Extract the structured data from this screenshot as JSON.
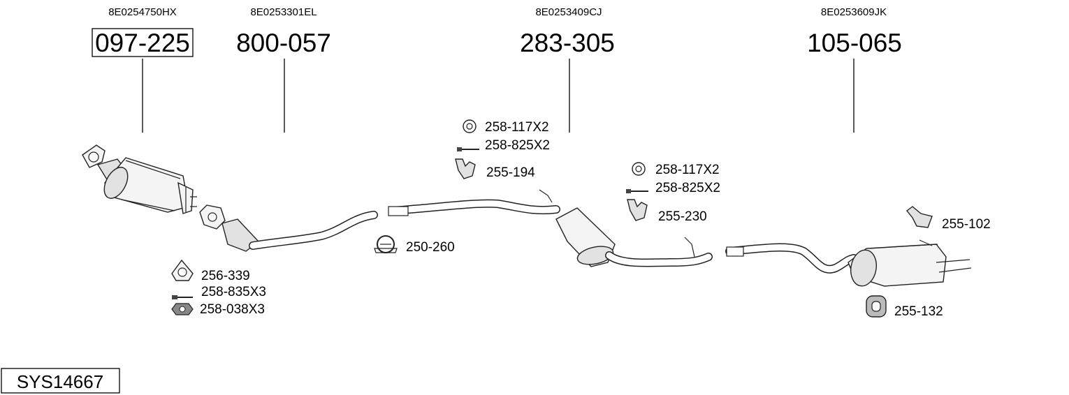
{
  "parts": [
    {
      "oem": "8E0254750HX",
      "number": "097-225"
    },
    {
      "oem": "8E0253301EL",
      "number": "800-057"
    },
    {
      "oem": "8E0253409CJ",
      "number": "283-305"
    },
    {
      "oem": "8E0253609JK",
      "number": "105-065"
    }
  ],
  "accessories": {
    "gasket_1": "256-339",
    "bolt_1": "258-835X3",
    "nut_1": "258-038X3",
    "clamp": "250-260",
    "ring_1": "258-117X2",
    "bolt_2": "258-825X2",
    "hanger_1": "255-194",
    "ring_2": "258-117X2",
    "bolt_3": "258-825X2",
    "hanger_2": "255-230",
    "bracket": "255-102",
    "hanger_3": "255-132"
  },
  "system_id": "SYS14667"
}
